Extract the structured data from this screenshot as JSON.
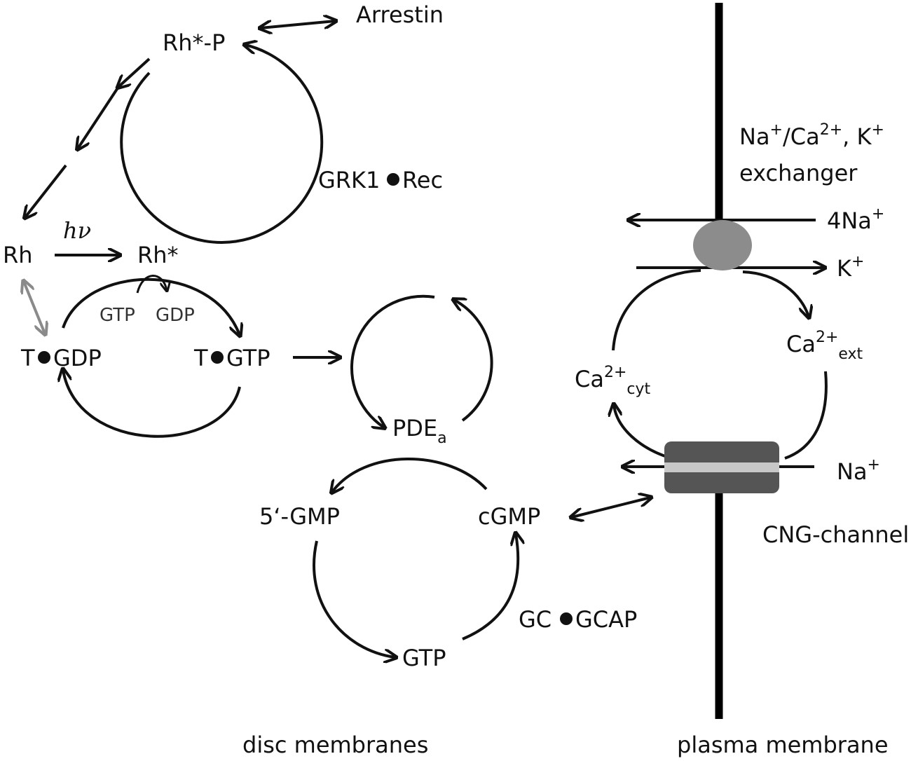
{
  "colors": {
    "ink": "#111111",
    "exchanger_fill": "#8c8c8c",
    "channel_fill": "#555555",
    "channel_band": "#c8c8c8",
    "reversible_arrow": "#8a8a8a"
  },
  "nodes": {
    "arrestin": "Arrestin",
    "rh_star_p": "Rh*-P",
    "grk1_rec_a": "GRK1",
    "grk1_rec_b": "Rec",
    "rh": "Rh",
    "hv": "hν",
    "rh_star": "Rh*",
    "gtp_small": "GTP",
    "gdp_small": "GDP",
    "t_gdp_a": "T",
    "t_gdp_b": "GDP",
    "t_gtp_a": "T",
    "t_gtp_b": "GTP",
    "pde_base": "PDE",
    "pde_sub": "a",
    "gmp5": "5‘-GMP",
    "cgmp": "cGMP",
    "gtp": "GTP",
    "gc_gcap_a": "GC",
    "gc_gcap_b": "GCAP",
    "exchanger_line1": {
      "na": "Na",
      "na_sup": "+",
      "slash_ca": "/Ca",
      "ca_sup": "2+",
      "comma_k": ", K",
      "k_sup": "+"
    },
    "exchanger_line2": "exchanger",
    "na4": {
      "base": "4Na",
      "sup": "+"
    },
    "k": {
      "base": "K",
      "sup": "+"
    },
    "ca_ext": {
      "base": "Ca",
      "sup": "2+",
      "sub": "ext"
    },
    "ca_cyt": {
      "base": "Ca",
      "sup": "2+",
      "sub": "cyt"
    },
    "na": {
      "base": "Na",
      "sup": "+"
    },
    "cng_channel": "CNG-channel"
  },
  "footer": {
    "disc_membranes": "disc membranes",
    "plasma_membrane": "plasma membrane"
  },
  "icons": [
    "bullet-dot",
    "arrow-head",
    "exchanger-ellipse",
    "cng-channel-block"
  ]
}
